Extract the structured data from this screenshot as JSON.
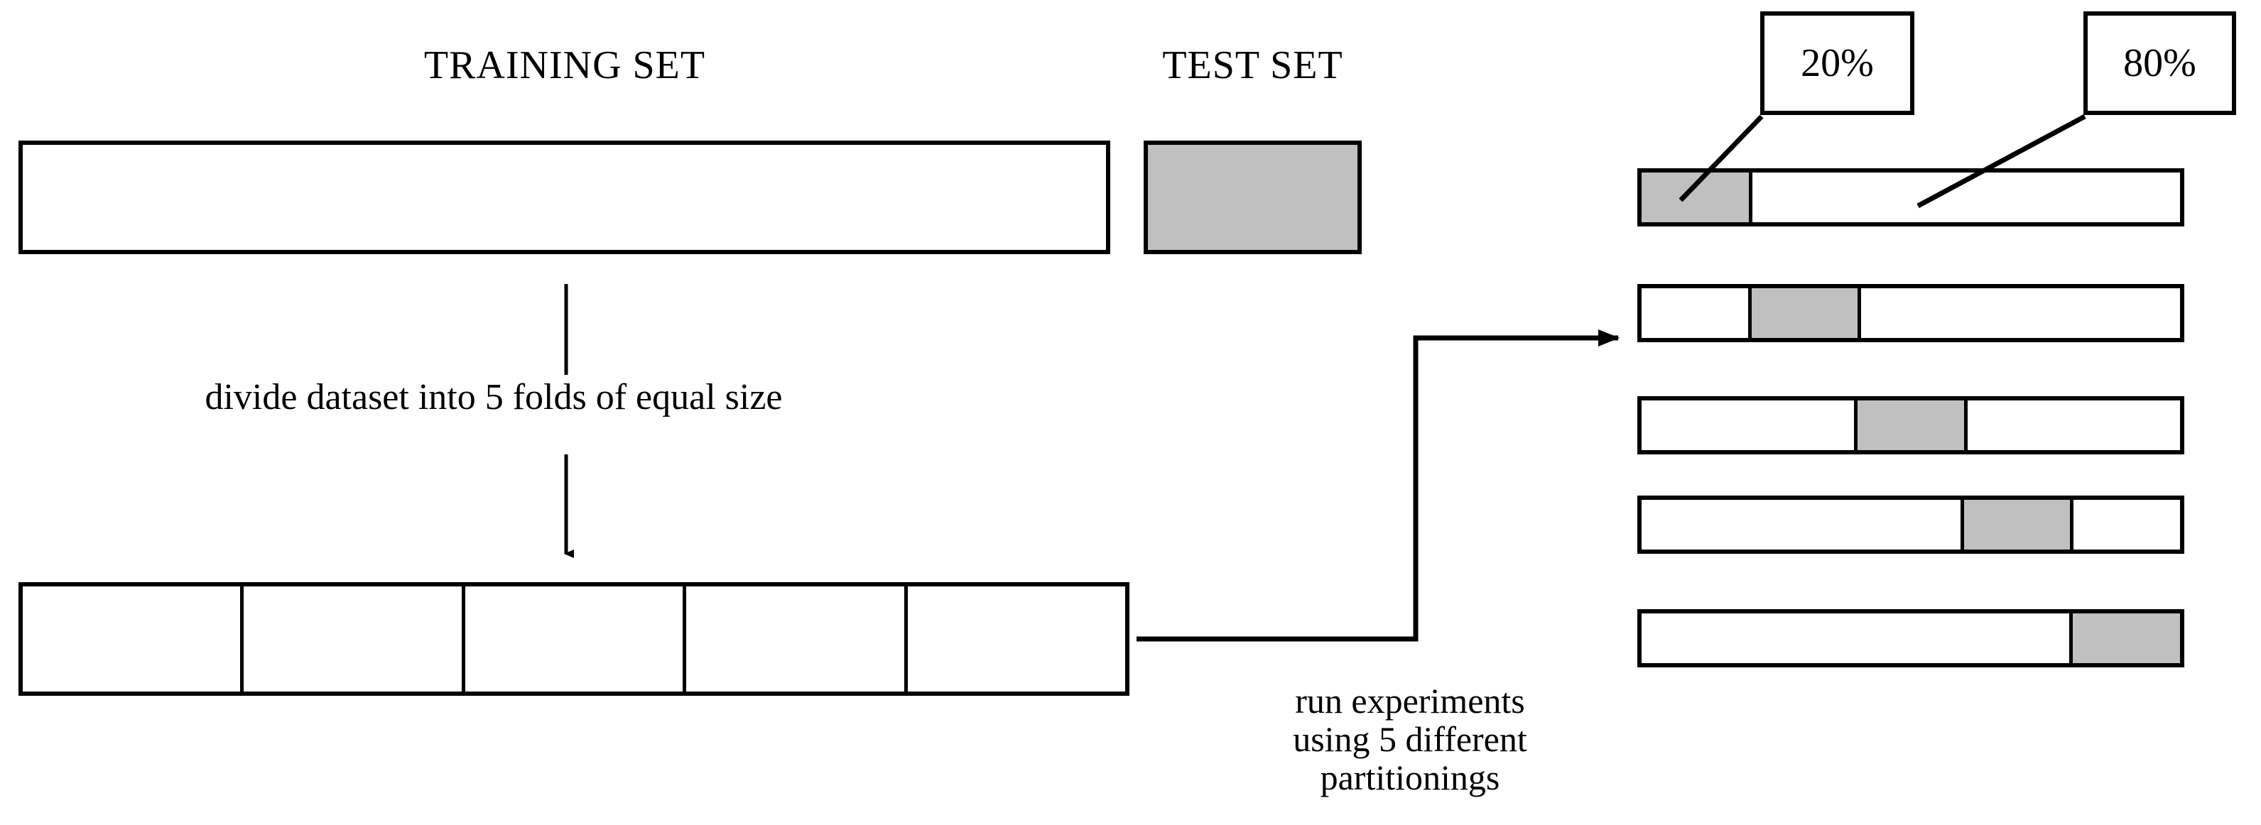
{
  "diagram": {
    "title_training": "TRAINING SET",
    "title_test": "TEST SET",
    "divide_caption": "divide dataset into 5 folds of equal size",
    "run_caption_lines": [
      "run experiments",
      "using 5 different",
      "partitionings"
    ],
    "callouts": {
      "validation_percent": "20%",
      "train_percent": "80%"
    },
    "colors": {
      "stroke": "#000000",
      "fill_white": "#ffffff",
      "fill_gray": "#c0c0c0",
      "background": "#ffffff"
    },
    "folds": {
      "count": 5,
      "cell_labels": [
        "",
        "",
        "",
        "",
        ""
      ]
    },
    "partitions": [
      {
        "name": "partition-1",
        "validation_fold_index": 0,
        "segments": [
          "gray",
          "white",
          "white",
          "white",
          "white"
        ]
      },
      {
        "name": "partition-2",
        "validation_fold_index": 1,
        "segments": [
          "white",
          "gray",
          "white",
          "white",
          "white"
        ]
      },
      {
        "name": "partition-3",
        "validation_fold_index": 2,
        "segments": [
          "white",
          "white",
          "gray",
          "white",
          "white"
        ]
      },
      {
        "name": "partition-4",
        "validation_fold_index": 3,
        "segments": [
          "white",
          "white",
          "white",
          "gray",
          "white"
        ]
      },
      {
        "name": "partition-5",
        "validation_fold_index": 4,
        "segments": [
          "white",
          "white",
          "white",
          "white",
          "gray"
        ]
      }
    ]
  }
}
